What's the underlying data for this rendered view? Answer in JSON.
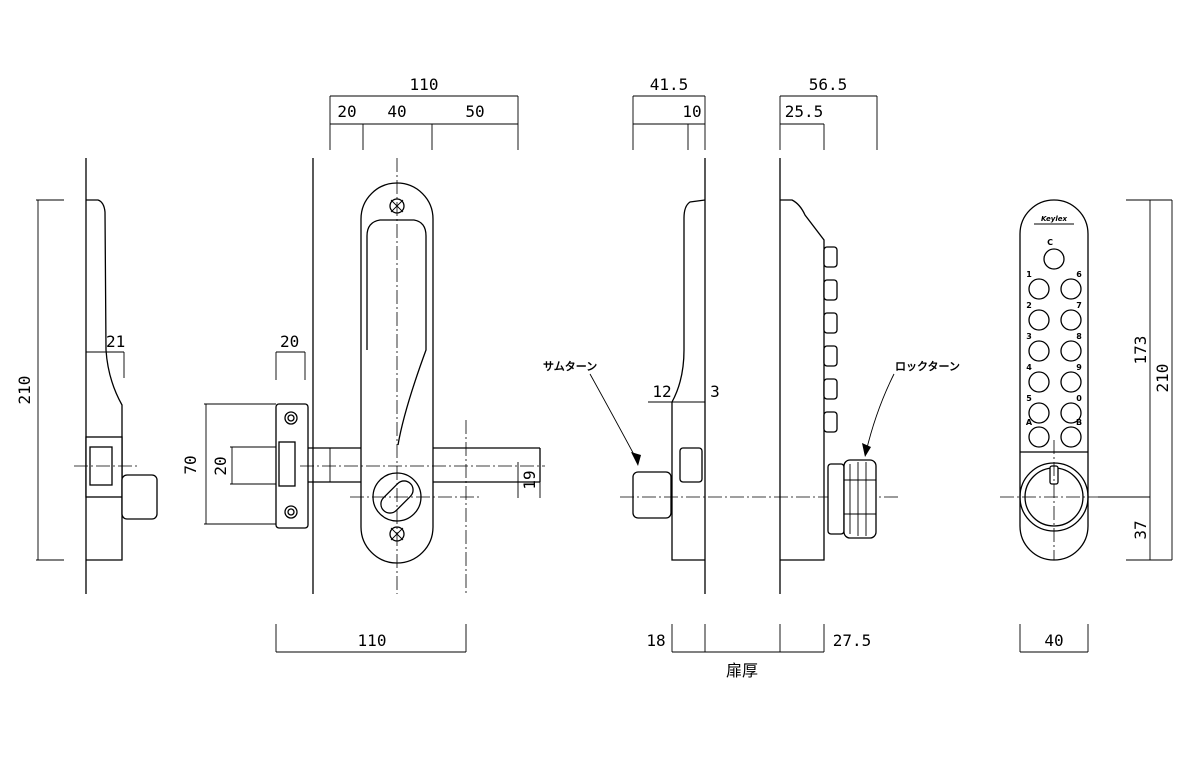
{
  "dimensions": {
    "side_height": "210",
    "side_offset": "21",
    "top_total": "110",
    "top_seg_a": "20",
    "top_seg_b": "40",
    "top_seg_c": "50",
    "latch_width": "20",
    "latch_plate_height": "70",
    "latch_hole_height": "20",
    "bolt_height": "19",
    "bottom_width": "110",
    "thumb_total": "41.5",
    "thumb_seg": "10",
    "thumb_inner_a": "12",
    "thumb_inner_b": "3",
    "door_left": "18",
    "door_right": "27.5",
    "keypad_total": "56.5",
    "keypad_seg": "25.5",
    "front_upper": "173",
    "front_total": "210",
    "front_lower": "37",
    "front_width": "40"
  },
  "labels": {
    "thumb_turn": "サムターン",
    "lock_turn": "ロックターン",
    "door_thickness": "扉厚",
    "brand": "Keylex"
  },
  "keypad": {
    "top_key": "C",
    "left_keys": [
      "1",
      "2",
      "3",
      "4",
      "5",
      "A"
    ],
    "right_keys": [
      "6",
      "7",
      "8",
      "9",
      "0",
      "B"
    ]
  }
}
